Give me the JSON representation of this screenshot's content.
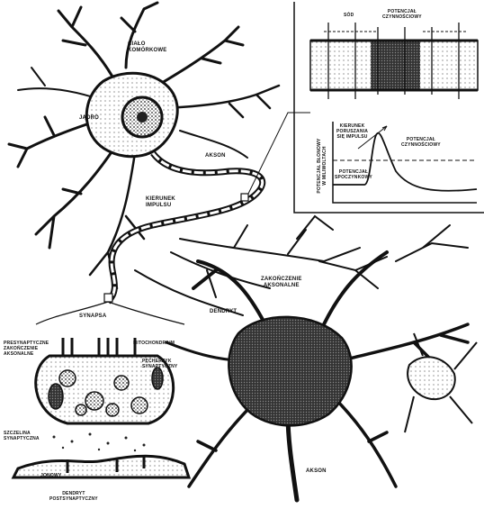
{
  "labels": {
    "cialo_komorkowe": "CIAŁO\nKOMÓRKOWE",
    "jadro": "JĄDRO",
    "akson_top": "AKSON",
    "kierunek_impulsu": "KIERUNEK\nIMPULSU",
    "synapsa": "SYNAPSA",
    "dendryt": "DENDRYT",
    "zakonczenie_aksonalne": "ZAKOŃCZENIE\nAKSONALNE",
    "presynaptyczne": "PRESYNAPTYCZNE\nZAKOŃCZENIE\nAKSONALNE",
    "mitochondrium": "MITOCHONDRIUM",
    "pecherzyk": "PĘCHERZYK\nSYNAPTYCZNY",
    "szczelina": "SZCZELINA\nSYNAPTYCZNA",
    "jonowy": "JONOWY",
    "dendryt_post": "DENDRYT\nPOSTSYNAPTYCZNY",
    "akson_bottom": "AKSON"
  },
  "membrane_inset": {
    "sod": "SÓD",
    "potencjal_czynnosciowy": "POTENCJAŁ\nCZYNNOŚCIOWY"
  },
  "graph_inset": {
    "ylabel": "POTENCJAŁ BŁONOWY\nW MILIWOLTACH",
    "kierunek_poruszania": "KIERUNEK\nPORUSZANIA\nSIĘ IMPULSU",
    "potencjal_czynnosciowy": "POTENCJAŁ\nCZYNNOŚCIOWY",
    "potencjal_spoczynkowy": "POTENCJAŁ\nSPOCZYNKOWY"
  },
  "colors": {
    "ink": "#111111",
    "stipple": "#3a3a3a",
    "paper": "#ffffff"
  }
}
